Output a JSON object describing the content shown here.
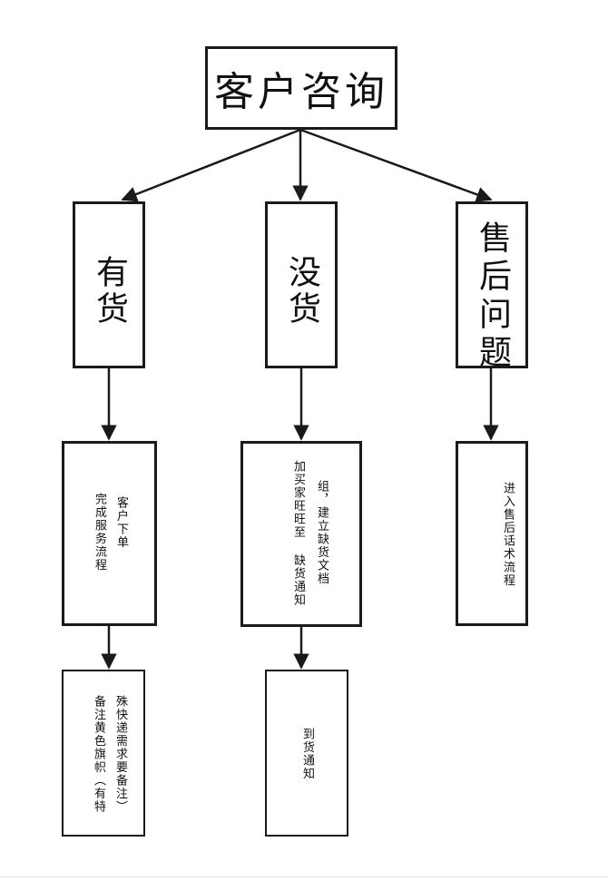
{
  "root": {
    "label": "客户咨询"
  },
  "branches": [
    {
      "label": "有货",
      "steps": [
        {
          "columns": [
            "客户下单",
            "完成服务流程"
          ]
        },
        {
          "columns": [
            "殊快递需求要备注）",
            "备注黄色旗帜（有特"
          ]
        }
      ]
    },
    {
      "label": "没货",
      "steps": [
        {
          "columns": [
            "组，建立缺货文档",
            "加买家旺旺至 缺货通知"
          ]
        },
        {
          "columns": [
            "到货通知"
          ]
        }
      ]
    },
    {
      "label": "售后问题",
      "steps": [
        {
          "columns": [
            "进入售后话术流程"
          ]
        }
      ]
    }
  ]
}
